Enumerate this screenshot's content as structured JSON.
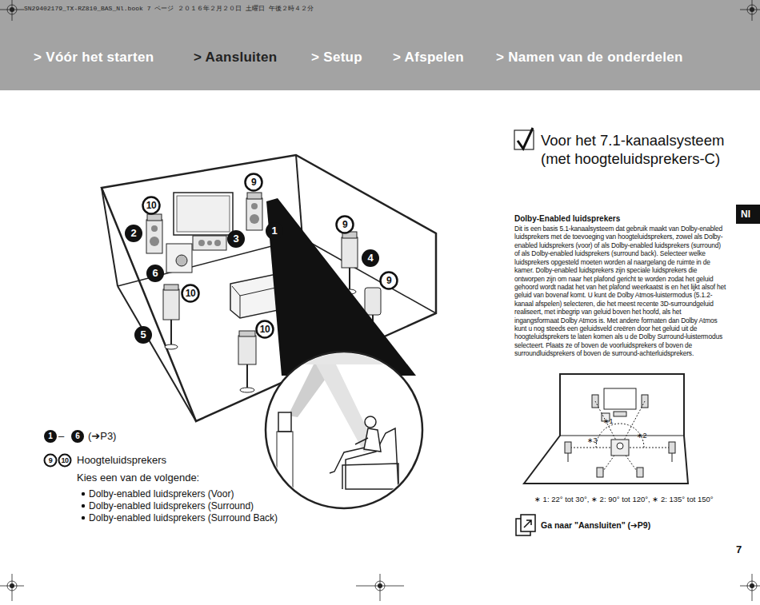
{
  "diagram": {
    "title": "Voor het 7.1-kanaalsysteem (met hoogteluidsprekers-C)",
    "labels": [
      "SN29402179_TX-RZ810_BAS_Nl.book 7 ページ ２０１６年２月２０日 土曜日 午後２時４２分",
      "> Vóór het starten",
      "> Aansluiten",
      "> Setup",
      "> Afspelen",
      "> Namen van de onderdelen",
      "10",
      "9",
      "1",
      "2",
      "3",
      "6",
      "10",
      "9",
      "4",
      "9",
      "5",
      "10",
      "1",
      "–",
      "6",
      "(➔P3)",
      "9",
      "10",
      "Hoogteluidsprekers",
      "Kies een van de volgende:",
      "Dolby-enabled luidsprekers (Voor)",
      "Dolby-enabled luidsprekers (Surround)",
      "Dolby-enabled luidsprekers (Surround Back)",
      "Nl",
      "Dolby-Enabled luidsprekers",
      "Dit is een basis 5.1-kanaalsysteem dat gebruik maakt van Dolby-enabled luidsprekers met de toevoeging van hoogteluidsprekers, zowel als Dolby-enabled luidsprekers (voor) of als Dolby-enabled luidsprekers (surround) of als Dolby-enabled luidsprekers (surround back). Selecteer welke luidsprekers opgesteld moeten worden al naargelang de ruimte in de kamer. Dolby-enabled luidsprekers zijn speciale luidsprekers die ontworpen zijn om naar het plafond gericht te worden zodat het geluid gehoord wordt nadat het van het plafond weerkaatst is en het lijkt alsof het geluid van bovenaf komt. U kunt de Dolby Atmos-luistermodus (5.1.2-kanaal afspelen) selecteren, die het meest recente 3D-surroundgeluid realiseert, met inbegrip van geluid boven het hoofd, als het ingangsformaat Dolby Atmos is. Met andere formaten dan Dolby Atmos kunt u nog steeds een geluidsveld creëren door het geluid uit de hoogteluidsprekers te laten komen als u de Dolby Surround-luistermodus selecteert. Plaats ze of boven de voorluidsprekers of boven de surroundluidsprekers of boven de surround-achterluidsprekers.",
      "∗1",
      "∗2",
      "∗3",
      "∗ 1: 22° tot 30°, ∗ 2: 90° tot 120°, ∗ 2: 135° tot 150°",
      "Ga naar \"Aansluiten\" (➔P9)",
      "7"
    ]
  }
}
